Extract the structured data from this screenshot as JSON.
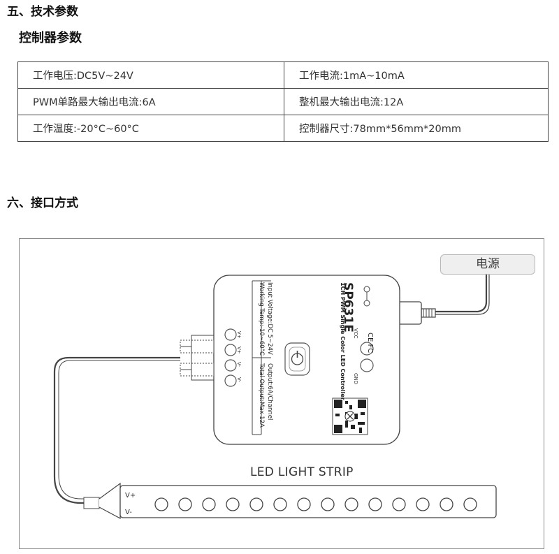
{
  "section5": {
    "title": "五、技术参数",
    "subtitle": "控制器参数"
  },
  "params": [
    [
      "工作电压:DC5V~24V",
      "工作电流:1mA~10mA"
    ],
    [
      "PWM单路最大输出电流:6A",
      "整机最大输出电流:12A"
    ],
    [
      "工作温度:-20°C~60°C",
      "控制器尺寸:78mm*56mm*20mm"
    ]
  ],
  "section6": {
    "title": "六、接口方式"
  },
  "diagram": {
    "power_label": "电源",
    "strip_label": "LED LIGHT STRIP",
    "brand": "SP631E",
    "product_name": "1CH PWM Single Color LED Controller",
    "input_voltage": "Input Voltage:DC 5~24V",
    "working_temp": "Working Temp:-10~60°C",
    "output_channel": "Output:6A/Channel",
    "total_output": "Total Output:Max 12A",
    "cert": "CE FC",
    "vcc": "VCC",
    "gnd": "GND",
    "strip_vplus": "V+",
    "strip_vminus": "V-",
    "port_vplus": "V+",
    "port_vminus": "V-"
  }
}
